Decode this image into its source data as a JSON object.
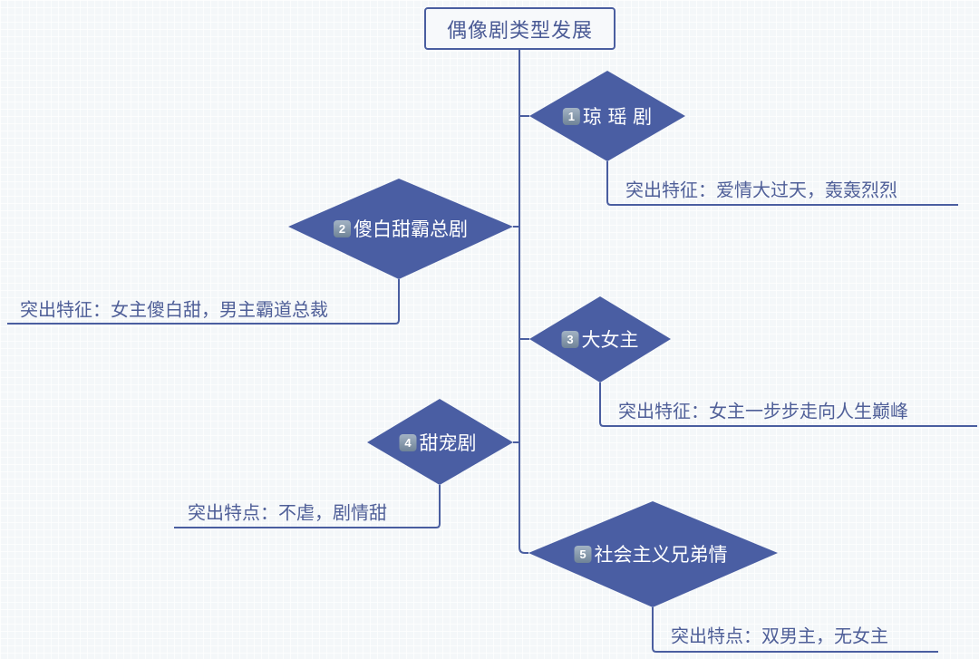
{
  "root": {
    "title": "偶像剧类型发展"
  },
  "colors": {
    "node_fill": "#4a5ea3",
    "line": "#4a5ea0",
    "text": "#4f5f98"
  },
  "nodes": [
    {
      "number": "1",
      "badge_icon": "keycap-1-icon",
      "label": "琼 瑶 剧",
      "feature": "突出特征：爱情大过天，轰轰烈烈"
    },
    {
      "number": "2",
      "badge_icon": "keycap-2-icon",
      "label": "傻白甜霸总剧",
      "feature": "突出特征：女主傻白甜，男主霸道总裁"
    },
    {
      "number": "3",
      "badge_icon": "keycap-3-icon",
      "label": "大女主",
      "feature": "突出特征：女主一步步走向人生巅峰"
    },
    {
      "number": "4",
      "badge_icon": "keycap-4-icon",
      "label": "甜宠剧",
      "feature": "突出特点：不虐，剧情甜"
    },
    {
      "number": "5",
      "badge_icon": "keycap-5-icon",
      "label": "社会主义兄弟情",
      "feature": "突出特点：双男主，无女主"
    }
  ]
}
